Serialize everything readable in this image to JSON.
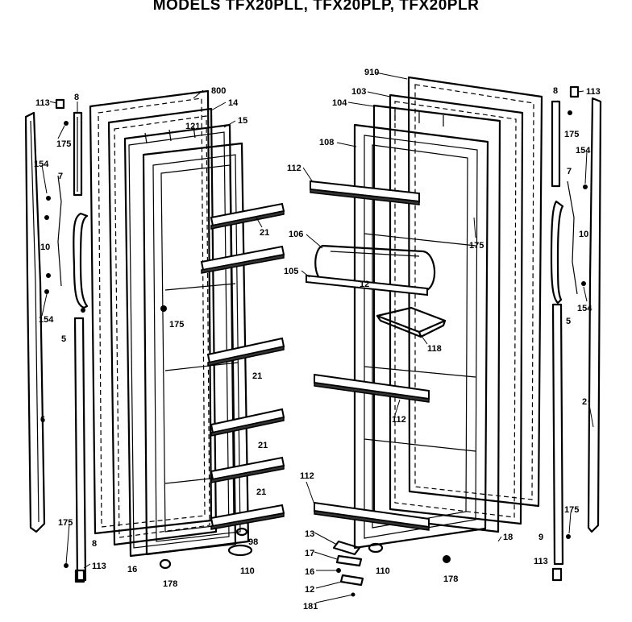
{
  "title": "MODELS TFX20PLL, TFX20PLP, TFX20PLR",
  "callouts": {
    "c113_tl": "113",
    "c8_tl": "8",
    "c800": "800",
    "c14": "14",
    "c15": "15",
    "c175_tl": "175",
    "c154_tl": "154",
    "c7_l": "7",
    "c10_l": "10",
    "c154_bl": "154",
    "c5_l": "5",
    "c21_a": "21",
    "c175_m": "175",
    "c21_b": "21",
    "c21_c": "21",
    "c21_d": "21",
    "c6": "6",
    "c175_bl": "175",
    "c8_bl": "8",
    "c113_bl": "113",
    "c16_l": "16",
    "c98": "98",
    "c178_l": "178",
    "c110_l": "110",
    "c910": "910",
    "c103": "103",
    "c104": "104",
    "c108": "108",
    "c112_a": "112",
    "c106": "106",
    "c105": "105",
    "c175_r": "175",
    "c118": "118",
    "c112_b": "112",
    "c112_c": "112",
    "c13": "13",
    "c17": "17",
    "c16_m": "16",
    "c12": "12",
    "c181": "181",
    "c110_r": "110",
    "c178_r": "178",
    "c18": "18",
    "c8_tr": "8",
    "c113_tr": "113",
    "c175_tr": "175",
    "c154_tr": "154",
    "c7_r": "7",
    "c10_r": "10",
    "c154_br": "154",
    "c5_r": "5",
    "c2": "2",
    "c175_br": "175",
    "c9_br": "9",
    "c113_br": "113",
    "c121": "121",
    "c12s": "12"
  }
}
